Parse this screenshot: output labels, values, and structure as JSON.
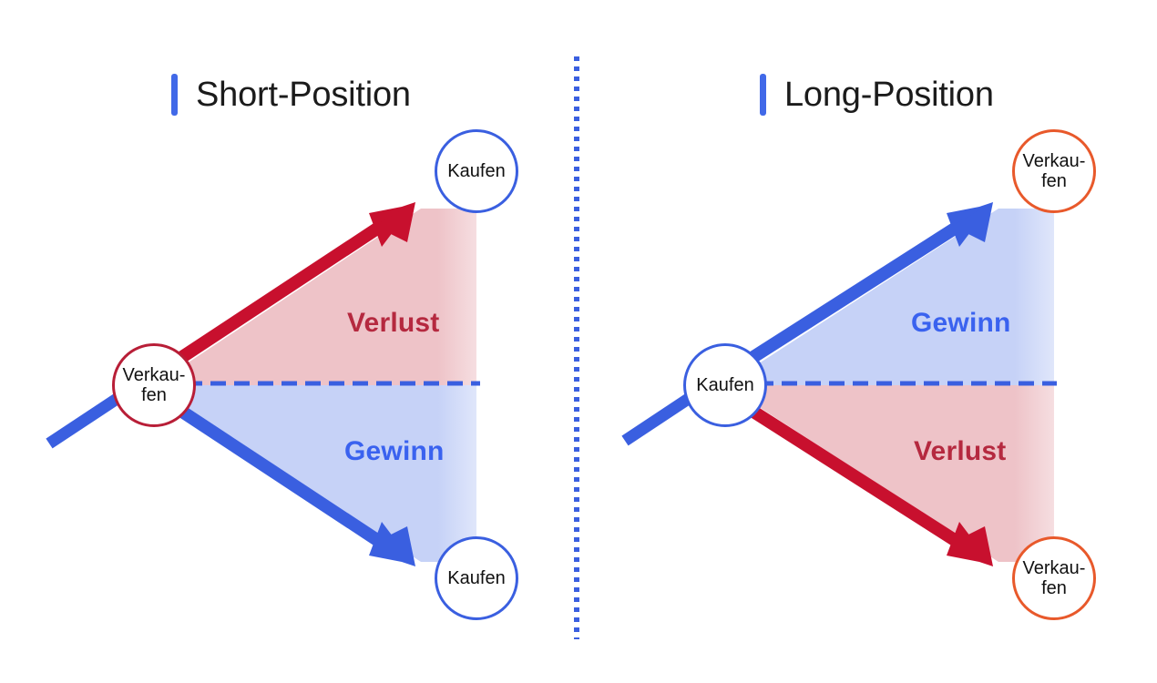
{
  "diagram": {
    "background_color": "#ffffff",
    "colors": {
      "blue": "#3a5fe0",
      "blue_text": "#3a62ef",
      "red": "#c8102e",
      "red_dark": "#b81e37",
      "red_text": "#b5293f",
      "orange": "#e8592b",
      "gain_fill": "#c6d2f7",
      "loss_fill": "#eec3c8",
      "title_text": "#1b1b1b"
    },
    "divider": {
      "name": "vertical-dotted-divider",
      "style": "dotted",
      "color": "#3a5fe0"
    }
  },
  "panels": [
    {
      "id": "short",
      "title": "Short-Position",
      "title_bar_color": "#4169e8",
      "entry_node": {
        "label": "Verkau-\nfen",
        "border_color": "#b81e37",
        "type": "sell"
      },
      "upper_node": {
        "label": "Kaufen",
        "border_color": "#3a5fe0",
        "type": "buy"
      },
      "lower_node": {
        "label": "Kaufen",
        "border_color": "#3a5fe0",
        "type": "buy"
      },
      "upper_region": {
        "label": "Verlust",
        "color": "#b5293f",
        "fill": "#eec3c8",
        "arrow_color": "#c8102e",
        "arrow_direction": "up-right"
      },
      "lower_region": {
        "label": "Gewinn",
        "color": "#3a62ef",
        "fill": "#c6d2f7",
        "arrow_color": "#3a5fe0",
        "arrow_direction": "down-right"
      },
      "baseline": {
        "name": "entry-price-dashed-line",
        "style": "dashed",
        "color": "#3a5fe0"
      },
      "approach_line": {
        "color": "#3a5fe0",
        "direction": "up-right"
      }
    },
    {
      "id": "long",
      "title": "Long-Position",
      "title_bar_color": "#4169e8",
      "entry_node": {
        "label": "Kaufen",
        "border_color": "#3a5fe0",
        "type": "buy"
      },
      "upper_node": {
        "label": "Verkau-\nfen",
        "border_color": "#e8592b",
        "type": "sell"
      },
      "lower_node": {
        "label": "Verkau-\nfen",
        "border_color": "#e8592b",
        "type": "sell"
      },
      "upper_region": {
        "label": "Gewinn",
        "color": "#3a62ef",
        "fill": "#c6d2f7",
        "arrow_color": "#3a5fe0",
        "arrow_direction": "up-right"
      },
      "lower_region": {
        "label": "Verlust",
        "color": "#b5293f",
        "fill": "#eec3c8",
        "arrow_color": "#c8102e",
        "arrow_direction": "down-right"
      },
      "baseline": {
        "name": "entry-price-dashed-line",
        "style": "dashed",
        "color": "#3a5fe0"
      },
      "approach_line": {
        "color": "#3a5fe0",
        "direction": "up-right"
      }
    }
  ]
}
